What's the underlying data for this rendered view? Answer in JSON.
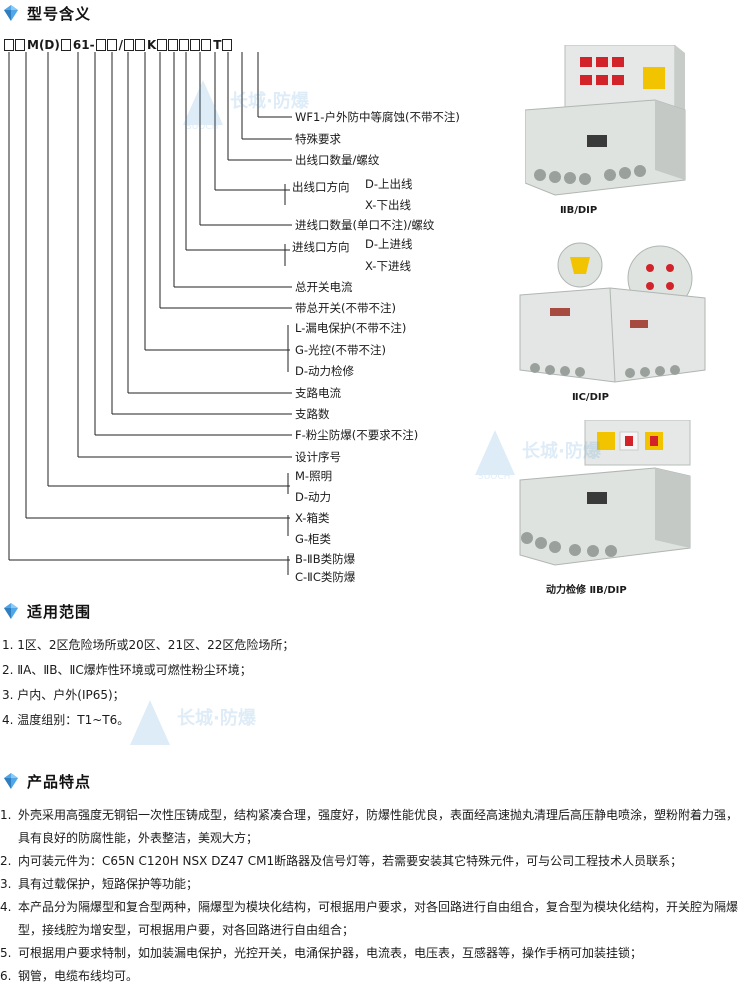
{
  "sections": {
    "model": "型号含义",
    "scope": "适用范围",
    "features": "产品特点"
  },
  "model_tokens": [
    {
      "t": "box"
    },
    {
      "t": "box"
    },
    {
      "t": "text",
      "v": "M(D)"
    },
    {
      "t": "box"
    },
    {
      "t": "text",
      "v": "61-"
    },
    {
      "t": "box"
    },
    {
      "t": "box"
    },
    {
      "t": "text",
      "v": "/"
    },
    {
      "t": "box"
    },
    {
      "t": "box"
    },
    {
      "t": "text",
      "v": "K"
    },
    {
      "t": "box"
    },
    {
      "t": "box"
    },
    {
      "t": "box"
    },
    {
      "t": "box"
    },
    {
      "t": "box"
    },
    {
      "t": "text",
      "v": "T"
    },
    {
      "t": "box"
    }
  ],
  "model_labels": [
    "WF1-户外防中等腐蚀(不带不注)",
    "特殊要求",
    "出线口数量/螺纹",
    "出线口方向",
    "D-上出线",
    "X-下出线",
    "进线口数量(单口不注)/螺纹",
    "进线口方向",
    "D-上进线",
    "X-下进线",
    "总开关电流",
    "带总开关(不带不注)",
    "L-漏电保护(不带不注)",
    "G-光控(不带不注)",
    "D-动力检修",
    "支路电流",
    "支路数",
    "F-粉尘防爆(不要求不注)",
    "设计序号",
    "M-照明",
    "D-动力",
    "X-箱类",
    "G-柜类",
    "B-ⅡB类防爆",
    "C-ⅡC类防爆"
  ],
  "captions": [
    "ⅡB/DIP",
    "ⅡC/DIP",
    "动力检修 ⅡB/DIP"
  ],
  "watermark": {
    "brand": "长城·防爆",
    "latin": "SUOCH"
  },
  "scope_items": [
    "1. 1区、2区危险场所或20区、21区、22区危险场所；",
    "2. ⅡA、ⅡB、ⅡC爆炸性环境或可燃性粉尘环境；",
    "3. 户内、户外(IP65)；",
    "4. 温度组别：T1~T6。"
  ],
  "feature_items": [
    {
      "num": "1.",
      "text": "外壳采用高强度无铜铝一次性压铸成型，结构紧凑合理，强度好，防爆性能优良，表面经高速抛丸清理后高压静电喷涂，塑粉附着力强，具有良好的防腐性能，外表整洁，美观大方；"
    },
    {
      "num": "2.",
      "text": "内可装元件为：C65N C120H NSX DZ47 CM1断路器及信号灯等，若需要安装其它特殊元件，可与公司工程技术人员联系；"
    },
    {
      "num": "3.",
      "text": "具有过载保护，短路保护等功能；"
    },
    {
      "num": "4.",
      "text": "本产品分为隔爆型和复合型两种，隔爆型为模块化结构，可根据用户要求，对各回路进行自由组合，复合型为模块化结构，开关腔为隔爆型，接线腔为增安型，可根据用户要，对各回路进行自由组合；"
    },
    {
      "num": "5.",
      "text": "可根据用户要求特制，如加装漏电保护，光控开关，电涌保护器，电流表，电压表，互感器等，操作手柄可加装挂锁；"
    },
    {
      "num": "6.",
      "text": "钢管，电缆布线均可。"
    }
  ],
  "colors": {
    "accent": "#3a8fd0",
    "body_grey": "#d7dcd8",
    "red": "#d2232a",
    "yellow": "#f2c400"
  }
}
